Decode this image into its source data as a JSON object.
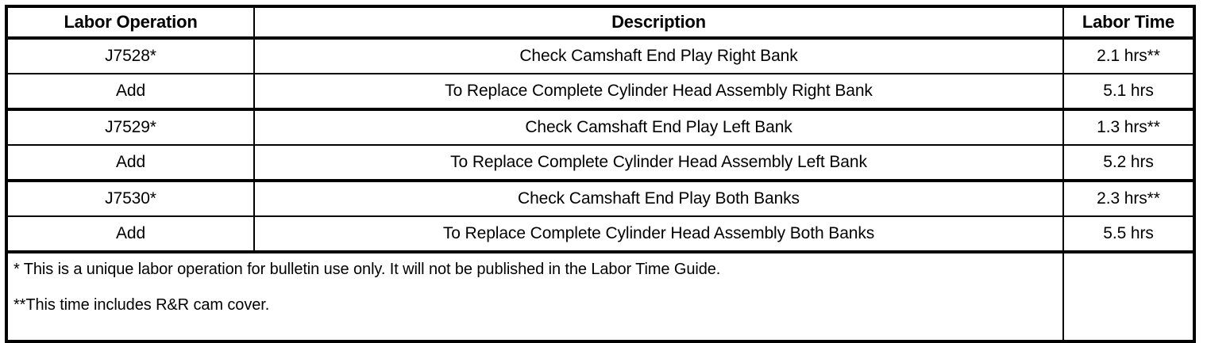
{
  "table": {
    "columns": [
      {
        "key": "operation",
        "header": "Labor Operation"
      },
      {
        "key": "description",
        "header": "Description"
      },
      {
        "key": "time",
        "header": "Labor Time"
      }
    ],
    "rows": [
      {
        "operation": "J7528*",
        "description": "Check Camshaft End Play Right Bank",
        "time": "2.1 hrs**"
      },
      {
        "operation": "Add",
        "description": "To Replace Complete Cylinder Head Assembly Right Bank",
        "time": "5.1 hrs"
      },
      {
        "operation": "J7529*",
        "description": "Check Camshaft End Play Left Bank",
        "time": "1.3 hrs**"
      },
      {
        "operation": "Add",
        "description": "To Replace Complete Cylinder Head Assembly Left Bank",
        "time": "5.2 hrs"
      },
      {
        "operation": "J7530*",
        "description": "Check Camshaft End Play Both Banks",
        "time": "2.3 hrs**"
      },
      {
        "operation": "Add",
        "description": "To Replace Complete Cylinder Head Assembly Both Banks",
        "time": "5.5 hrs"
      }
    ],
    "footnotes": {
      "single_asterisk": "* This is a unique labor operation for bulletin use only. It will not be published in the Labor Time Guide.",
      "double_asterisk": "**This time includes R&R cam cover.",
      "time_cell": ""
    }
  },
  "colors": {
    "border": "#000000",
    "text": "#000000",
    "background": "#ffffff"
  }
}
